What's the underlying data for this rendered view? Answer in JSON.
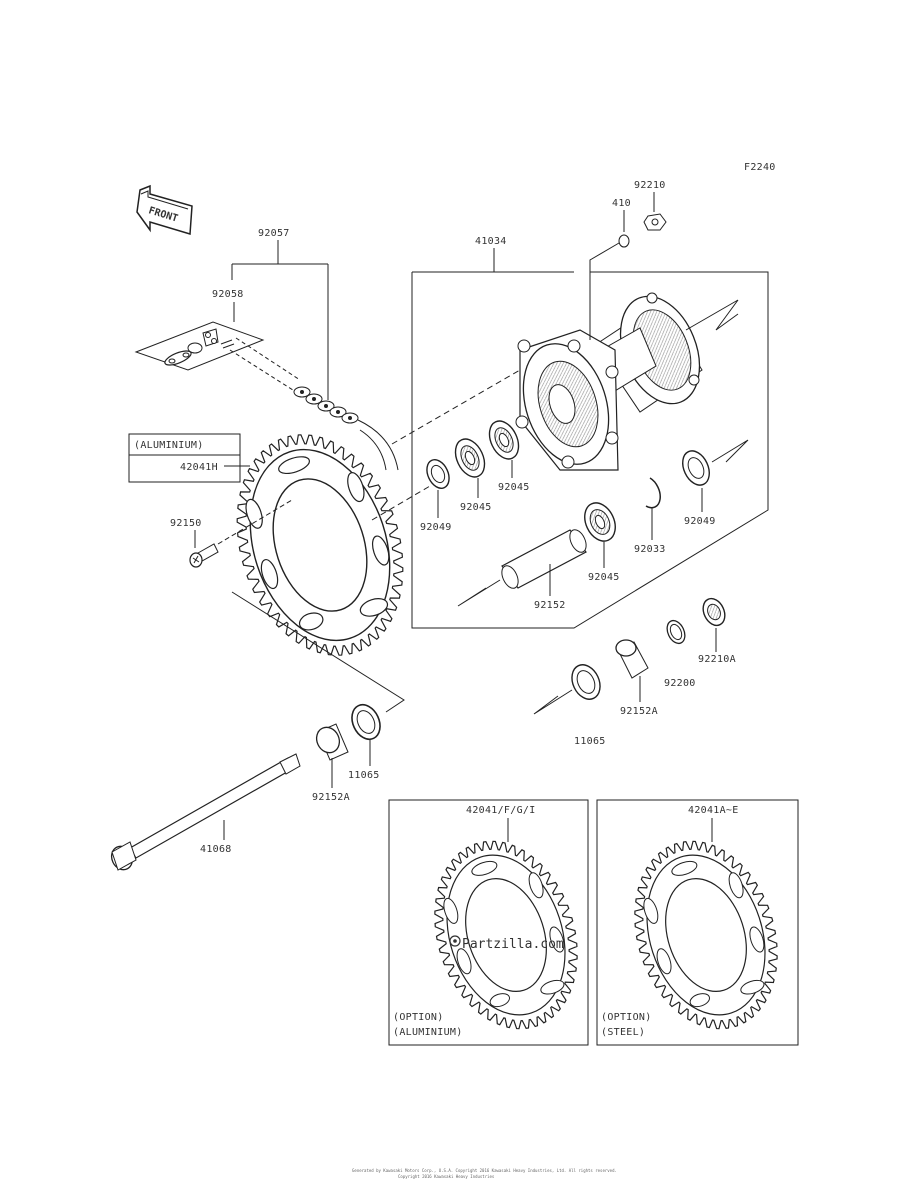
{
  "diagram_code": "F2240",
  "front_label": "FRONT",
  "labels": {
    "p92057": "92057",
    "p92058": "92058",
    "alu_title": "(ALUMINIUM)",
    "p42041H": "42041H",
    "p92150": "92150",
    "p92210_top": "92210",
    "p410": "410",
    "p41034": "41034",
    "p92049_left": "92049",
    "p92045_a": "92045",
    "p92045_b": "92045",
    "p92049_right": "92049",
    "p92033": "92033",
    "p92045_c": "92045",
    "p92152": "92152",
    "p92210A": "92210A",
    "p92200": "92200",
    "p92152A_right": "92152A",
    "p11065_right": "11065",
    "p11065_left": "11065",
    "p92152A_left": "92152A",
    "p41068": "41068"
  },
  "options": {
    "alu": {
      "part": "42041/F/G/I",
      "line1": "(OPTION)",
      "line2": "(ALUMINIUM)"
    },
    "steel": {
      "part": "42041A~E",
      "line1": "(OPTION)",
      "line2": "(STEEL)"
    }
  },
  "watermark": "Partzilla.com",
  "footer": {
    "line1": "Generated by Kawasaki Motors Corp., U.S.A. Copyright 2016 Kawasaki Heavy Industries, Ltd. All rights reserved.",
    "line2": "Copyright 2016 Kawasaki Heavy Industries"
  }
}
